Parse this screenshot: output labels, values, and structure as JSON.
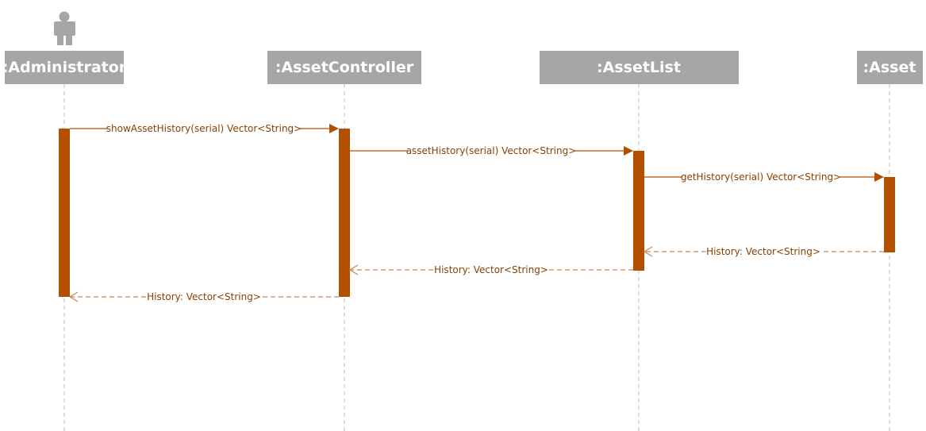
{
  "lifelines": [
    {
      "name": ":Administrator"
    },
    {
      "name": ":AssetController"
    },
    {
      "name": ":AssetList"
    },
    {
      "name": ":Asset"
    }
  ],
  "messages": [
    {
      "label": "showAssetHistory(serial) Vector<String>",
      "kind": "call"
    },
    {
      "label": "assetHistory(serial) Vector<String>",
      "kind": "call"
    },
    {
      "label": "getHistory(serial) Vector<String>",
      "kind": "call"
    },
    {
      "label": "History: Vector<String>",
      "kind": "return"
    },
    {
      "label": "History: Vector<String>",
      "kind": "return"
    },
    {
      "label": "History: Vector<String>",
      "kind": "return"
    }
  ],
  "colors": {
    "header": "#a6a6a6",
    "activation": "#b35000",
    "message": "#b35000",
    "return": "#c8875a"
  }
}
